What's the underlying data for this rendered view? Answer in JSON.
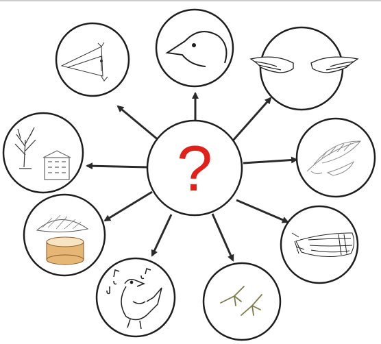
{
  "center": {
    "symbol": "?",
    "color": "#e0201b"
  },
  "colors": {
    "stroke": "#1e1e1e",
    "arrow": "#2a2a2a",
    "drum_fill": "#e6b675"
  },
  "nodes": [
    {
      "id": "beak",
      "icon": "beak-icon"
    },
    {
      "id": "head",
      "icon": "bird-head-icon"
    },
    {
      "id": "wings",
      "icon": "wings-icon"
    },
    {
      "id": "feather",
      "icon": "feather-icon"
    },
    {
      "id": "tail",
      "icon": "tail-feathers-icon"
    },
    {
      "id": "feet",
      "icon": "bird-feet-icon"
    },
    {
      "id": "song",
      "icon": "singing-bird-icon"
    },
    {
      "id": "nest",
      "icon": "nest-icon"
    },
    {
      "id": "habitat",
      "icon": "tree-and-building-icon"
    }
  ]
}
